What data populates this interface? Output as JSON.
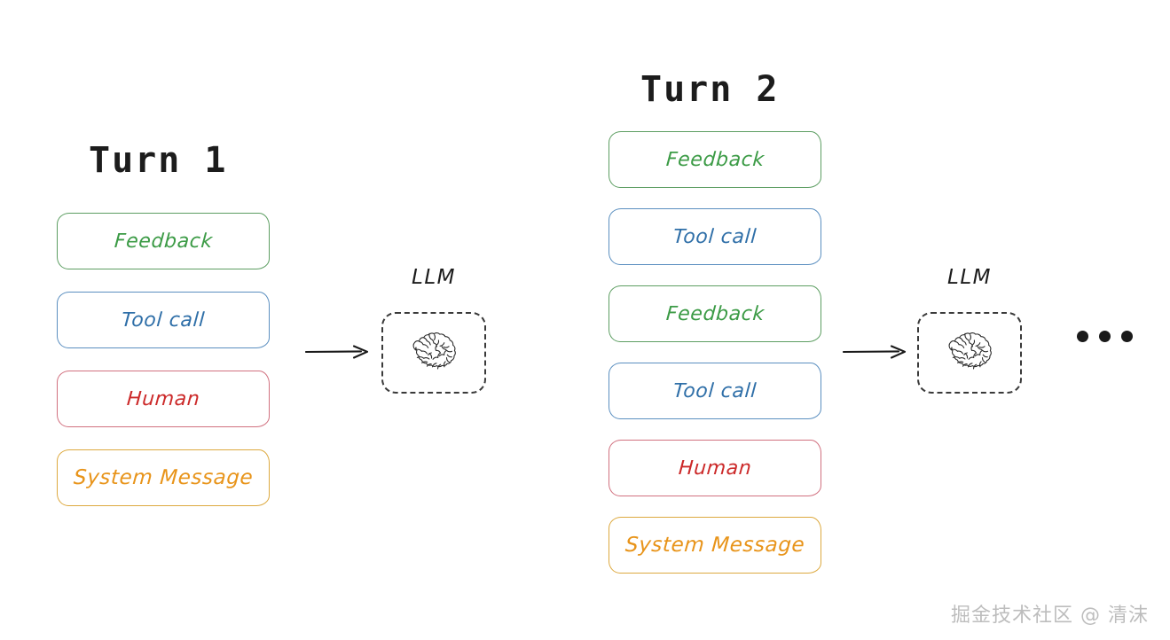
{
  "diagram": {
    "title_font_note": "hand-drawn sketch diagram of multi-turn LLM conversation",
    "background_color": "#ffffff",
    "colors": {
      "feedback_text": "#3c9b46",
      "feedback_border": "#5d9e62",
      "toolcall_text": "#2f6fa8",
      "toolcall_border": "#5b8fc0",
      "human_text": "#cc2a2a",
      "human_border": "#d1707f",
      "system_text": "#e8941a",
      "system_border": "#dda93f",
      "title_text": "#1c1c1c",
      "llm_border": "#3a3a3a",
      "arrow": "#1a1a1a",
      "watermark": "#bdbdbd"
    }
  },
  "turn1": {
    "title": "Turn 1",
    "messages": [
      {
        "label": "Feedback",
        "kind": "feedback"
      },
      {
        "label": "Tool call",
        "kind": "toolcall"
      },
      {
        "label": "Human",
        "kind": "human"
      },
      {
        "label": "System Message",
        "kind": "system"
      }
    ],
    "llm": {
      "label": "LLM",
      "icon": "brain-icon"
    },
    "arrow": "arrow-right-icon"
  },
  "turn2": {
    "title": "Turn 2",
    "messages": [
      {
        "label": "Feedback",
        "kind": "feedback"
      },
      {
        "label": "Tool call",
        "kind": "toolcall"
      },
      {
        "label": "Feedback",
        "kind": "feedback"
      },
      {
        "label": "Tool call",
        "kind": "toolcall"
      },
      {
        "label": "Human",
        "kind": "human"
      },
      {
        "label": "System Message",
        "kind": "system"
      }
    ],
    "llm": {
      "label": "LLM",
      "icon": "brain-icon"
    },
    "arrow": "arrow-right-icon"
  },
  "continuation": {
    "ellipsis": "•••",
    "dot_count": 3
  },
  "watermark": {
    "text": "掘金技术社区 @ 清沫"
  }
}
